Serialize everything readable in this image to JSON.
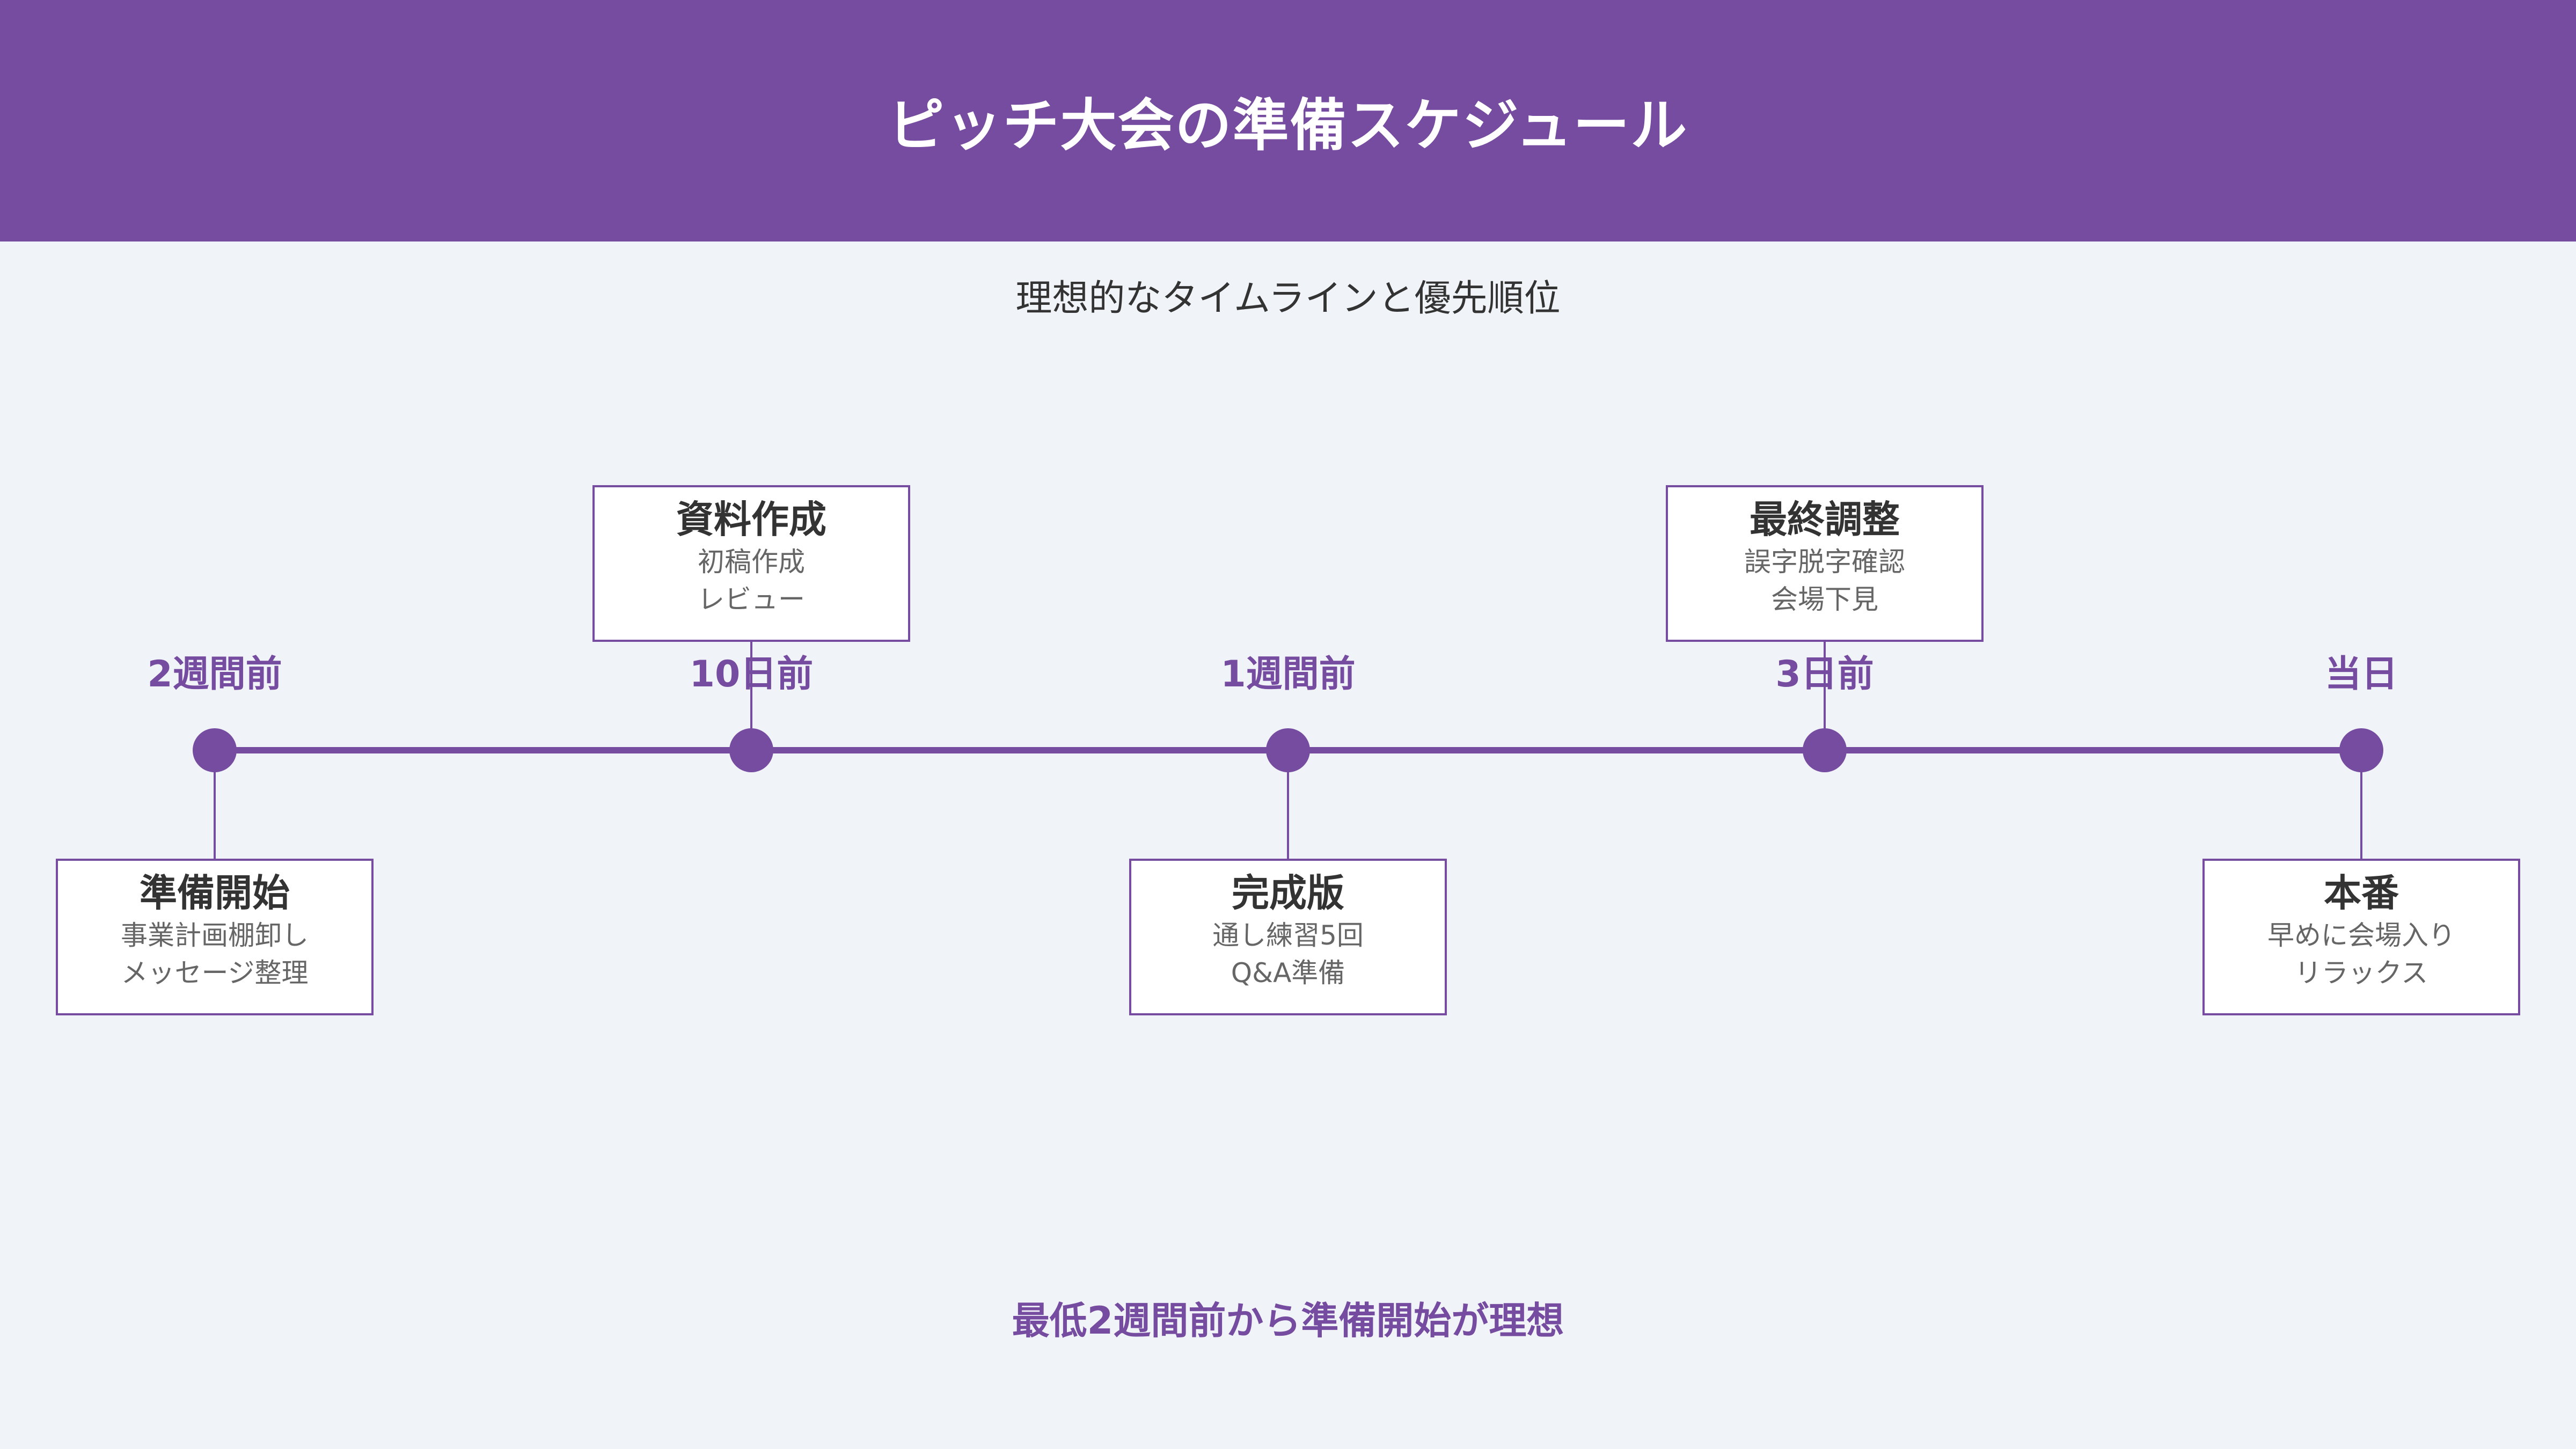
{
  "header": {
    "title": "ピッチ大会の準備スケジュール"
  },
  "subtitle": "理想的なタイムラインと優先順位",
  "colors": {
    "accent": "#764ca0",
    "background": "#f0f3f8",
    "card": "#ffffff",
    "text": "#333333",
    "muted": "#666666"
  },
  "milestones": [
    {
      "time": "2週間前",
      "title": "準備開始",
      "lines": [
        "事業計画棚卸し",
        "メッセージ整理"
      ]
    },
    {
      "time": "10日前",
      "title": "資料作成",
      "lines": [
        "初稿作成",
        "レビュー"
      ]
    },
    {
      "time": "1週間前",
      "title": "完成版",
      "lines": [
        "通し練習5回",
        "Q&A準備"
      ]
    },
    {
      "time": "3日前",
      "title": "最終調整",
      "lines": [
        "誤字脱字確認",
        "会場下見"
      ]
    },
    {
      "time": "当日",
      "title": "本番",
      "lines": [
        "早めに会場入り",
        "リラックス"
      ]
    }
  ],
  "footer": "最低2週間前から準備開始が理想"
}
